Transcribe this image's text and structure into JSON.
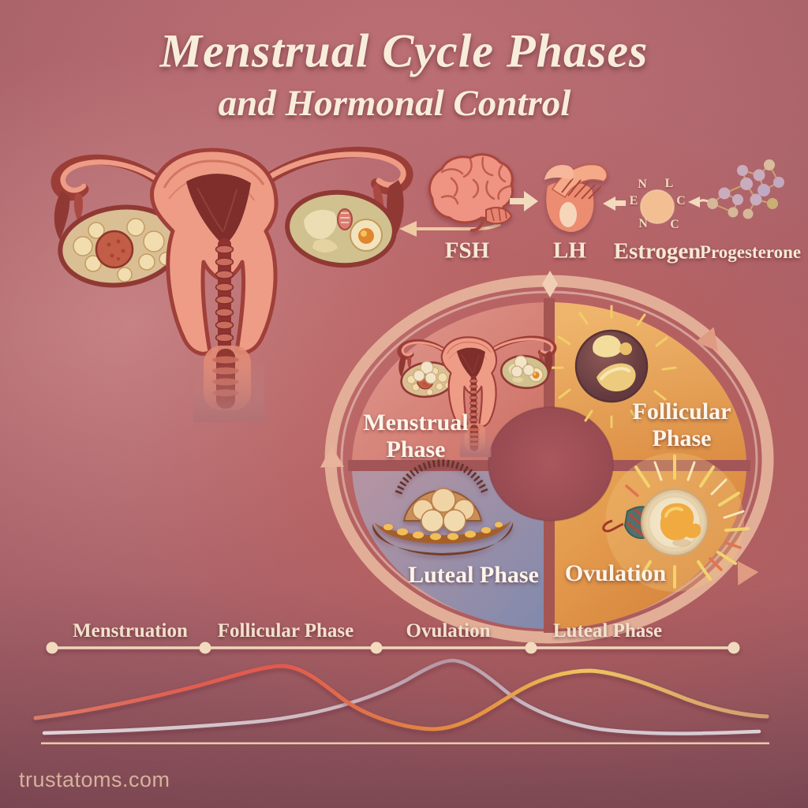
{
  "title": {
    "line1": "Menstrual Cycle Phases",
    "line2": "and Hormonal Control"
  },
  "hormone_axis": {
    "items": [
      {
        "label": "FSH"
      },
      {
        "label": "LH"
      },
      {
        "label": "Estrogen"
      },
      {
        "label": "Progesterone"
      }
    ],
    "estrogen_letters": [
      "N",
      "L",
      "E",
      "C",
      "N",
      "C"
    ]
  },
  "cycle_wheel": {
    "phases": [
      {
        "name": "Menstrual Phase",
        "label_line1": "Menstrual",
        "label_line2": "Phase"
      },
      {
        "name": "Follicular Phase",
        "label_line1": "Follicular",
        "label_line2": "Phase"
      },
      {
        "name": "Luteal Phase",
        "label": "Luteal Phase"
      },
      {
        "name": "Ovulation",
        "label": "Ovulation"
      }
    ],
    "direction": "clockwise"
  },
  "timeline": {
    "segments": [
      "Menstruation",
      "Follicular Phase",
      "Ovulation",
      "Luteal Phase"
    ]
  },
  "watermark": "trustatoms.com",
  "colors": {
    "title_cream": "#f8edda",
    "label_cream": "#f5e3cc",
    "ring_salmon": "#e8b79d",
    "quadrant_menstrual": "#d8847c",
    "quadrant_follicular": "#eaa95c",
    "quadrant_luteal_from": "#b192a1",
    "quadrant_luteal_to": "#7e87ac",
    "quadrant_ovulation": "#dd8d3c",
    "wheel_center": "#9c4a50",
    "curve_estrogen_red": "#e2584c",
    "curve_estrogen_orange": "#e08a3c",
    "curve_estrogen_yellow": "#ecc156",
    "curve_lh_lavender": "#d9cdd6",
    "curve_lh_mauve": "#ad8c9c",
    "baseline": "#ecc9a9",
    "watermark_tan": "#d7b19d"
  },
  "chart_data": {
    "type": "line",
    "title": "",
    "xlabel": "",
    "ylabel": "",
    "grid": false,
    "legend": false,
    "x_axis": {
      "segments": [
        "Menstruation",
        "Follicular Phase",
        "Ovulation",
        "Luteal Phase"
      ],
      "range_days": [
        0,
        28
      ]
    },
    "series": [
      {
        "name": "estrogen-like curve (two peaks)",
        "colors": [
          "#e2584c",
          "#e08a3c",
          "#ecc156"
        ],
        "x_days": [
          0,
          3,
          6,
          9,
          10,
          12,
          14,
          16,
          18,
          20,
          22,
          24,
          26,
          28
        ],
        "relative_level": [
          0.1,
          0.2,
          0.45,
          0.8,
          0.85,
          0.45,
          0.15,
          0.3,
          0.6,
          0.8,
          0.82,
          0.55,
          0.25,
          0.12
        ]
      },
      {
        "name": "LH-like curve (ovulation surge)",
        "colors": [
          "#d9cdd6",
          "#ad8c9c"
        ],
        "x_days": [
          0,
          4,
          8,
          11,
          13,
          15,
          16,
          17,
          19,
          22,
          25,
          28
        ],
        "relative_level": [
          0.04,
          0.06,
          0.12,
          0.3,
          0.65,
          0.95,
          1.0,
          0.9,
          0.5,
          0.18,
          0.07,
          0.05
        ]
      }
    ]
  }
}
